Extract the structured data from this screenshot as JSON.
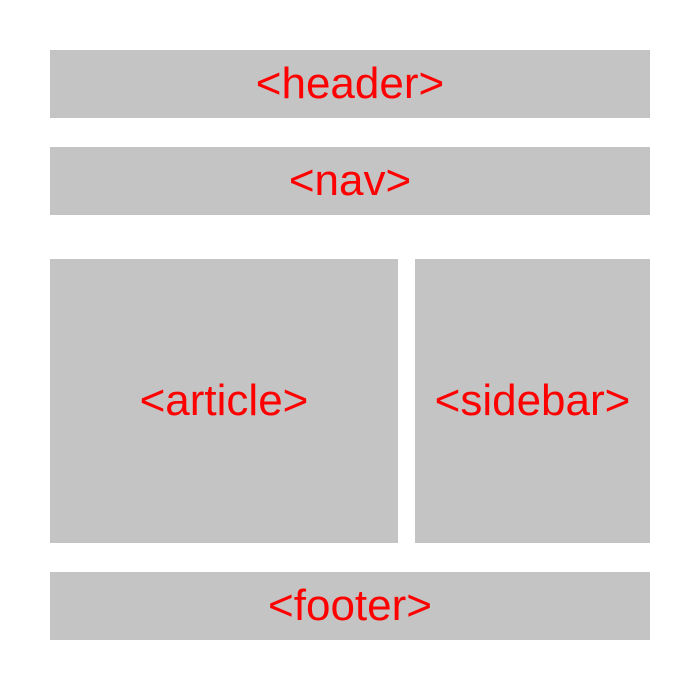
{
  "colors": {
    "background": "#ffffff",
    "block_fill": "#c4c4c4",
    "label_text": "#ff0000"
  },
  "blocks": {
    "header": {
      "label": "<header>"
    },
    "nav": {
      "label": "<nav>"
    },
    "article": {
      "label": "<article>"
    },
    "sidebar": {
      "label": "<sidebar>"
    },
    "footer": {
      "label": "<footer>"
    }
  }
}
